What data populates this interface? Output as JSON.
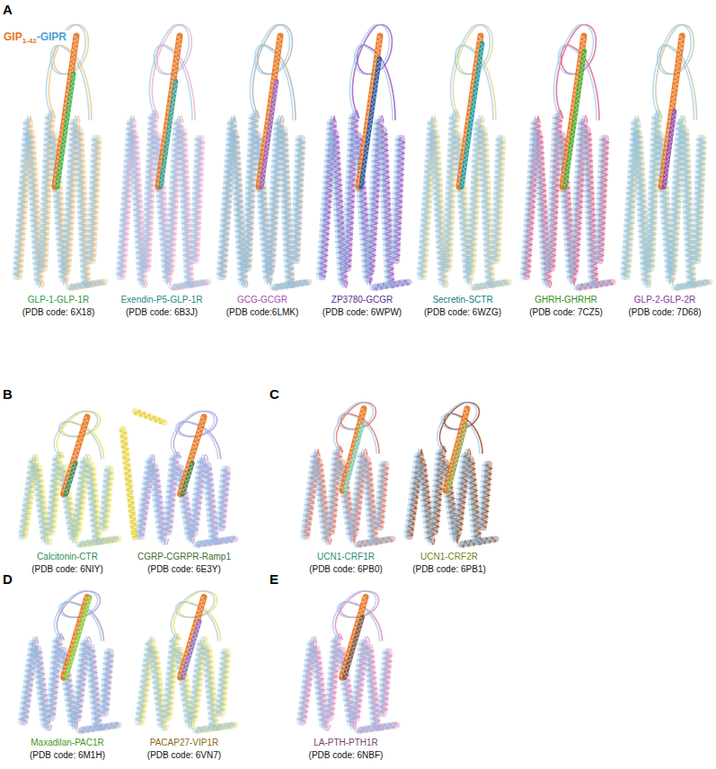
{
  "diagram": {
    "labels": [
      "A",
      "GIP",
      "1-42",
      "-GIPR",
      "GLP-1-GLP-1R",
      "(PDB code: 6X18)",
      "Exendin-P5-GLP-1R",
      "(PDB code: 6B3J)",
      "GCG-GCGR",
      "(PDB code:6LMK)",
      "ZP3780-GCGR",
      "(PDB code: 6WPW)",
      "Secretin-SCTR",
      "(PDB code: 6WZG)",
      "GHRH-GHRHR",
      "(PDB code: 7CZ5)",
      "GLP-2-GLP-2R",
      "(PDB code: 7D68)",
      "B",
      "C",
      "Calcitonin-CTR",
      "(PDB code: 6NIY)",
      "CGRP-CGRPR-Ramp1",
      "(PDB code: 6E3Y)",
      "UCN1-CRF1R",
      "(PDB code: 6PB0)",
      "UCN1-CRF2R",
      "(PDB code: 6PB1)",
      "D",
      "E",
      "Maxadilan-PAC1R",
      "(PDB code: 6M1H)",
      "PACAP27-VIP1R",
      "(PDB code: 6VN7)",
      "LA-PTH-PTH1R",
      "(PDB code: 6NBF)"
    ]
  }
}
